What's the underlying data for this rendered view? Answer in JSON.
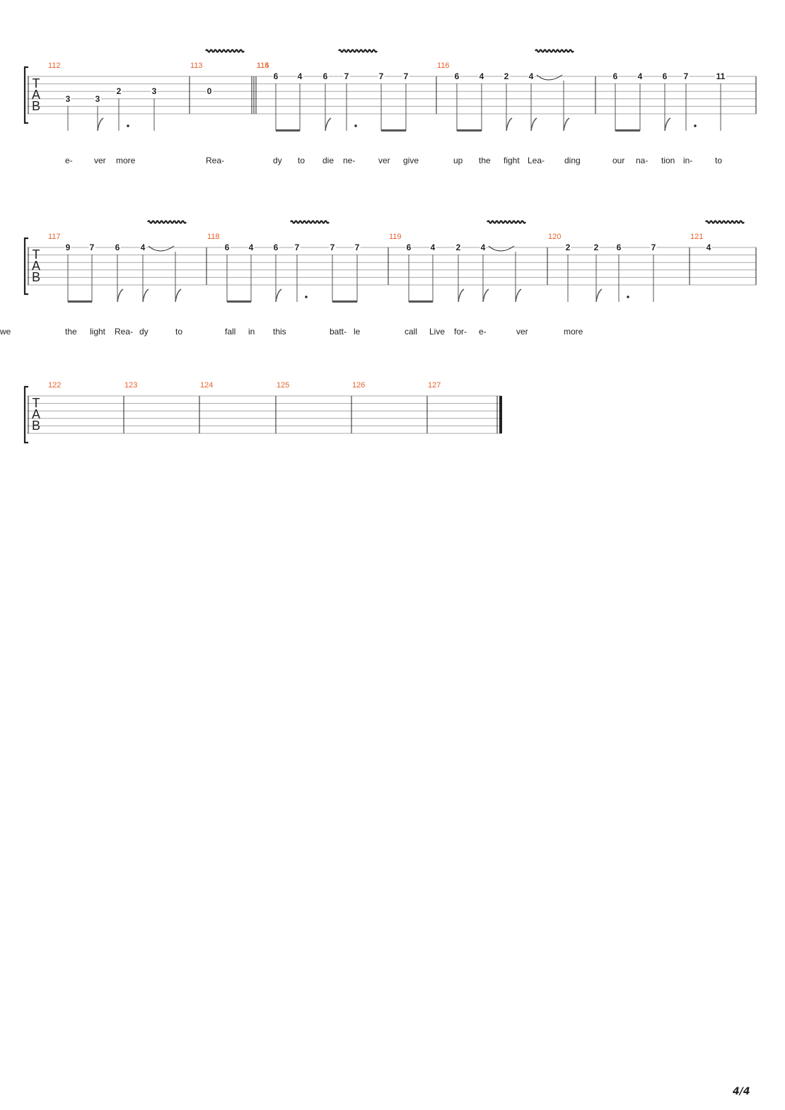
{
  "tab_clef_letters": [
    "T",
    "A",
    "B"
  ],
  "page_number": "4/4",
  "colors": {
    "measure_number": "#e8602c",
    "staff_line": "#a8a8a8",
    "ink": "#222222"
  },
  "systems": [
    {
      "measures": [
        {
          "number": "112",
          "notes": [
            {
              "fret": "3",
              "string": 3
            },
            {
              "fret": "3",
              "string": 3
            },
            {
              "fret": "2",
              "string": 2
            },
            {
              "fret": "3",
              "string": 2
            }
          ],
          "lyrics": [
            "e-",
            "ver",
            "more"
          ]
        },
        {
          "number": "113",
          "notes": [
            {
              "fret": "0",
              "string": 2,
              "vibrato": true
            }
          ],
          "lyrics": [
            "Rea-"
          ]
        },
        {
          "number": "114",
          "notes": [
            {
              "fret": "6",
              "string": 0
            },
            {
              "fret": "4",
              "string": 0
            },
            {
              "fret": "6",
              "string": 0
            },
            {
              "fret": "7",
              "string": 0,
              "vibrato": true
            },
            {
              "fret": "7",
              "string": 0
            },
            {
              "fret": "7",
              "string": 0
            }
          ],
          "lyrics": [
            "dy",
            "to",
            "die",
            "ne-",
            "ver",
            "give"
          ]
        },
        {
          "number": "115",
          "notes": [
            {
              "fret": "6",
              "string": 0
            },
            {
              "fret": "4",
              "string": 0
            },
            {
              "fret": "2",
              "string": 0
            },
            {
              "fret": "4",
              "string": 0,
              "vibrato": true
            }
          ],
          "lyrics": [
            "up",
            "the",
            "fight",
            "Lea-",
            "ding"
          ]
        },
        {
          "number": "116",
          "notes": [
            {
              "fret": "6",
              "string": 0
            },
            {
              "fret": "4",
              "string": 0
            },
            {
              "fret": "6",
              "string": 0
            },
            {
              "fret": "7",
              "string": 0
            },
            {
              "fret": "11",
              "string": 0
            }
          ],
          "lyrics": [
            "our",
            "na-",
            "tion",
            "in-",
            "to"
          ]
        }
      ]
    },
    {
      "measures": [
        {
          "number": "117",
          "notes": [
            {
              "fret": "9",
              "string": 0
            },
            {
              "fret": "7",
              "string": 0
            },
            {
              "fret": "6",
              "string": 0
            },
            {
              "fret": "4",
              "string": 0,
              "vibrato": true
            }
          ],
          "lyrics": [
            "the",
            "light",
            "Rea-",
            "dy",
            "to"
          ]
        },
        {
          "number": "118",
          "notes": [
            {
              "fret": "6",
              "string": 0
            },
            {
              "fret": "4",
              "string": 0
            },
            {
              "fret": "6",
              "string": 0
            },
            {
              "fret": "7",
              "string": 0,
              "vibrato": true
            },
            {
              "fret": "7",
              "string": 0
            },
            {
              "fret": "7",
              "string": 0
            }
          ],
          "lyrics": [
            "fall",
            "in",
            "this",
            "batt-",
            "le",
            "we"
          ]
        },
        {
          "number": "119",
          "notes": [
            {
              "fret": "6",
              "string": 0
            },
            {
              "fret": "4",
              "string": 0
            },
            {
              "fret": "2",
              "string": 0
            },
            {
              "fret": "4",
              "string": 0,
              "vibrato": true
            }
          ],
          "lyrics": [
            "call",
            "Live"
          ]
        },
        {
          "number": "120",
          "notes": [
            {
              "fret": "2",
              "string": 0
            },
            {
              "fret": "2",
              "string": 0
            },
            {
              "fret": "6",
              "string": 0
            },
            {
              "fret": "7",
              "string": 0
            }
          ],
          "lyrics": [
            "for-",
            "e-",
            "ver",
            "more"
          ]
        },
        {
          "number": "121",
          "notes": [
            {
              "fret": "4",
              "string": 0,
              "vibrato": true
            }
          ],
          "lyrics": []
        }
      ]
    },
    {
      "measures": [
        {
          "number": "122",
          "notes": [],
          "lyrics": []
        },
        {
          "number": "123",
          "notes": [],
          "lyrics": []
        },
        {
          "number": "124",
          "notes": [],
          "lyrics": []
        },
        {
          "number": "125",
          "notes": [],
          "lyrics": []
        },
        {
          "number": "126",
          "notes": [],
          "lyrics": []
        },
        {
          "number": "127",
          "notes": [],
          "lyrics": []
        }
      ]
    }
  ]
}
